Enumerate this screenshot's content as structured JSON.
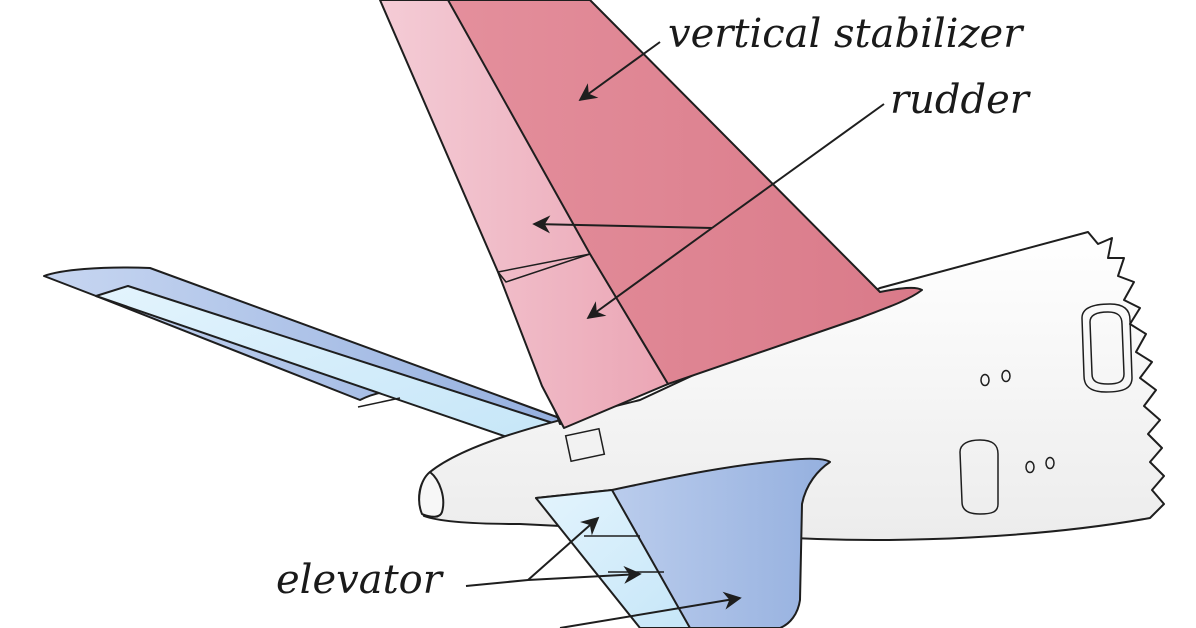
{
  "labels": {
    "vertical_stabilizer": "vertical stabilizer",
    "rudder": "rudder",
    "elevator": "elevator"
  },
  "colors": {
    "stabilizer_red": "#de8593",
    "rudder_pink": "#f0bcc8",
    "horizontal_blue": "#a9c0e6",
    "elevator_light_blue": "#d6eefb",
    "fuselage_white": "#f4f4f4",
    "outline": "#1e1e1e"
  }
}
